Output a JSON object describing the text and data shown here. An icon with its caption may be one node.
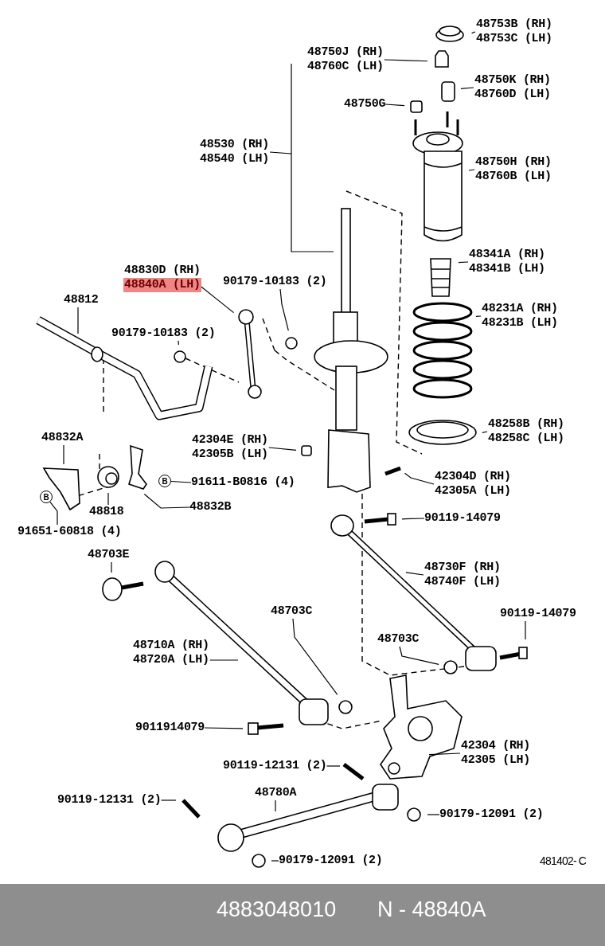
{
  "diagram": {
    "nodes": [
      {
        "text": [
          "48753B (RH)",
          "48753C (LH)"
        ]
      },
      {
        "text": [
          "48750J (RH)",
          "48760C (LH)"
        ]
      },
      {
        "text": [
          "48750K (RH)",
          "48760D (LH)"
        ]
      },
      {
        "text": [
          "48750G"
        ]
      },
      {
        "text": [
          "48530 (RH)",
          "48540 (LH)"
        ]
      },
      {
        "text": [
          "48750H (RH)",
          "48760B (LH)"
        ]
      },
      {
        "text": [
          "48341A (RH)",
          "48341B (LH)"
        ]
      },
      {
        "text": [
          "48830D (RH)",
          "48840A (LH)"
        ]
      },
      {
        "text": [
          "90179-10183 (2)"
        ]
      },
      {
        "text": [
          "48812"
        ]
      },
      {
        "text": [
          "90179-10183 (2)"
        ]
      },
      {
        "text": [
          "48231A (RH)",
          "48231B (LH)"
        ]
      },
      {
        "text": [
          "48258B (RH)",
          "48258C (LH)"
        ]
      },
      {
        "text": [
          "48832A"
        ]
      },
      {
        "text": [
          "42304E (RH)",
          "42305B (LH)"
        ]
      },
      {
        "text": [
          "91611-B0816 (4)"
        ]
      },
      {
        "text": [
          "48818"
        ]
      },
      {
        "text": [
          "48832B"
        ]
      },
      {
        "text": [
          "42304D (RH)",
          "42305A (LH)"
        ]
      },
      {
        "text": [
          "91651-60818 (4)"
        ]
      },
      {
        "text": [
          "90119-14079"
        ]
      },
      {
        "text": [
          "48703E"
        ]
      },
      {
        "text": [
          "48730F (RH)",
          "48740F (LH)"
        ]
      },
      {
        "text": [
          "48703C"
        ]
      },
      {
        "text": [
          "90119-14079"
        ]
      },
      {
        "text": [
          "48703C"
        ]
      },
      {
        "text": [
          "48710A (RH)",
          "48720A (LH)"
        ]
      },
      {
        "text": [
          "9011914079"
        ]
      },
      {
        "text": [
          "42304 (RH)",
          "42305 (LH)"
        ]
      },
      {
        "text": [
          "90119-12131 (2)"
        ]
      },
      {
        "text": [
          "48780A"
        ]
      },
      {
        "text": [
          "90119-12131 (2)"
        ]
      },
      {
        "text": [
          "90179-12091 (2)"
        ]
      },
      {
        "text": [
          "90179-12091 (2)"
        ]
      },
      {
        "text": [
          "B"
        ]
      },
      {
        "text": [
          "B"
        ]
      }
    ],
    "edges": [
      {
        "from": 0,
        "to": null,
        "arrow": "none"
      },
      {
        "from": 1,
        "to": null,
        "arrow": "none"
      },
      {
        "from": 2,
        "to": null,
        "arrow": "none"
      },
      {
        "from": 3,
        "to": null,
        "arrow": "none"
      },
      {
        "from": 4,
        "to": null,
        "arrow": "none"
      },
      {
        "from": 5,
        "to": null,
        "arrow": "none"
      },
      {
        "from": 6,
        "to": null,
        "arrow": "none"
      },
      {
        "from": 7,
        "to": null,
        "arrow": "none"
      },
      {
        "from": 8,
        "to": null,
        "arrow": "none"
      },
      {
        "from": 9,
        "to": null,
        "arrow": "none"
      },
      {
        "from": 10,
        "to": null,
        "arrow": "none"
      },
      {
        "from": 11,
        "to": null,
        "arrow": "none"
      },
      {
        "from": 12,
        "to": null,
        "arrow": "none"
      },
      {
        "from": 13,
        "to": null,
        "arrow": "none"
      },
      {
        "from": 14,
        "to": null,
        "arrow": "none"
      },
      {
        "from": 15,
        "to": 34,
        "arrow": "none"
      },
      {
        "from": 16,
        "to": null,
        "arrow": "none"
      },
      {
        "from": 17,
        "to": null,
        "arrow": "none"
      },
      {
        "from": 18,
        "to": null,
        "arrow": "none"
      },
      {
        "from": 19,
        "to": 35,
        "arrow": "none"
      },
      {
        "from": 20,
        "to": null,
        "arrow": "none"
      },
      {
        "from": 21,
        "to": null,
        "arrow": "none"
      },
      {
        "from": 22,
        "to": null,
        "arrow": "none"
      },
      {
        "from": 23,
        "to": null,
        "arrow": "none"
      },
      {
        "from": 24,
        "to": null,
        "arrow": "none"
      },
      {
        "from": 25,
        "to": null,
        "arrow": "none"
      },
      {
        "from": 26,
        "to": null,
        "arrow": "none"
      },
      {
        "from": 27,
        "to": null,
        "arrow": "none"
      },
      {
        "from": 28,
        "to": null,
        "arrow": "none"
      },
      {
        "from": 29,
        "to": null,
        "arrow": "none"
      },
      {
        "from": 30,
        "to": null,
        "arrow": "none"
      },
      {
        "from": 31,
        "to": null,
        "arrow": "none"
      },
      {
        "from": 32,
        "to": null,
        "arrow": "none"
      },
      {
        "from": 33,
        "to": null,
        "arrow": "none"
      }
    ],
    "labels": [
      "481402- C",
      "4883048010",
      "N - 48840A"
    ]
  }
}
